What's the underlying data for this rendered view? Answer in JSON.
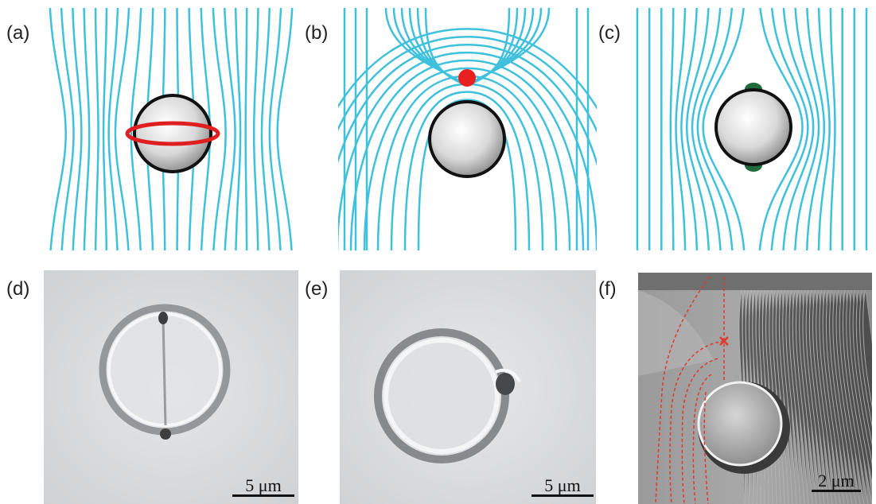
{
  "panels": {
    "a": {
      "label": "(a)"
    },
    "b": {
      "label": "(b)"
    },
    "c": {
      "label": "(c)"
    },
    "d": {
      "label": "(d)",
      "scale": "5 μm"
    },
    "e": {
      "label": "(e)",
      "scale": "5 μm"
    },
    "f": {
      "label": "(f)",
      "scale": "2 μm"
    }
  },
  "colors": {
    "field_lines": "#3fc0dc",
    "ring_defect": "#e02020",
    "point_defect": "#e82020",
    "boojum": "#1f6b3a",
    "dashed_lines": "#e03a2a"
  }
}
